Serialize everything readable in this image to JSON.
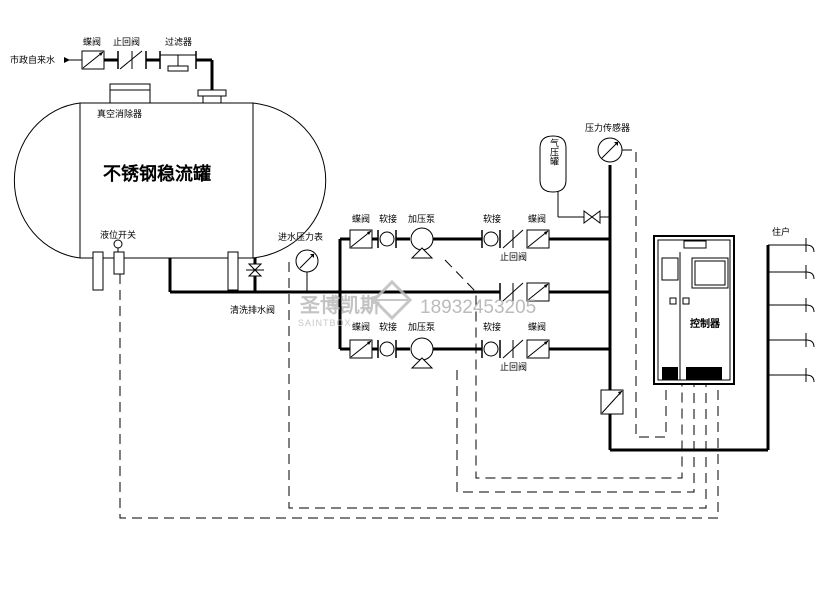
{
  "labels": {
    "municipal_water": "市政自来水",
    "butterfly_valve": "蝶阀",
    "check_valve": "止回阀",
    "filter": "过滤器",
    "vacuum_eliminator": "真空消除器",
    "tank_title": "不锈钢稳流罐",
    "level_switch": "液位开关",
    "drain_valve": "清洗排水阀",
    "inlet_pressure_gauge": "进水压力表",
    "soft_joint": "软接",
    "booster_pump": "加压泵",
    "pressure_sensor": "压力传感器",
    "air_tank": "气压罐",
    "residents": "住户",
    "controller": "控制器"
  },
  "watermark": {
    "brand": "圣博凯斯",
    "brand_en": "SAINTBOX",
    "phone": "18932453205"
  }
}
